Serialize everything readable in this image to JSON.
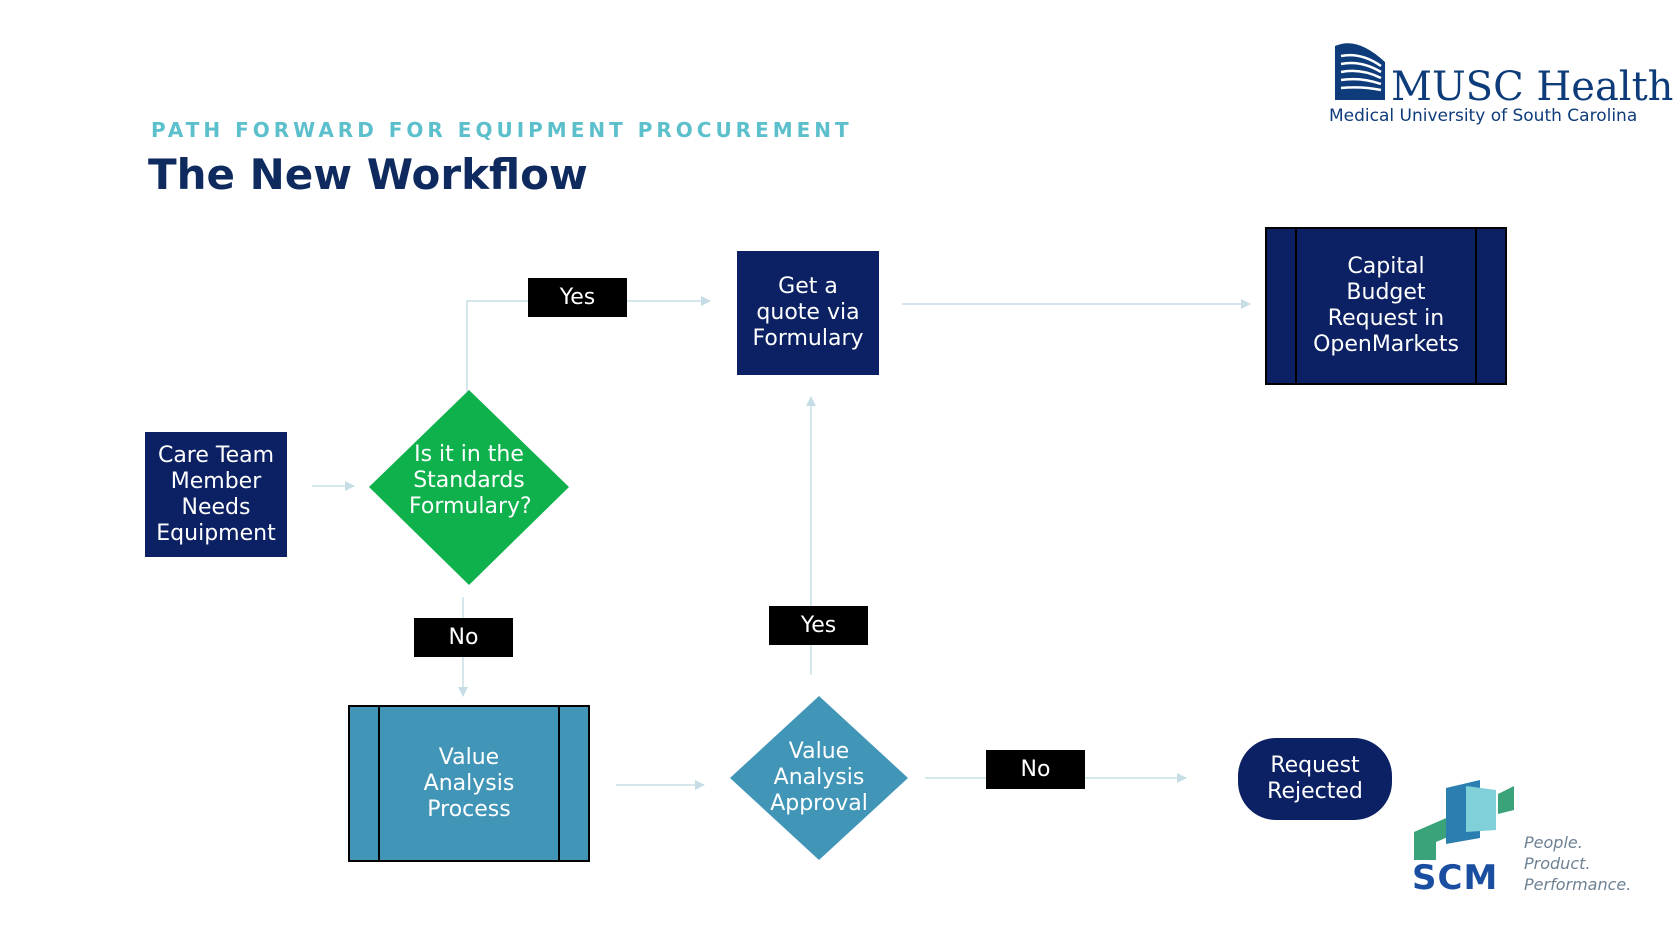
{
  "header": {
    "subtitle": "PATH FORWARD FOR EQUIPMENT PROCUREMENT",
    "title": "The New Workflow"
  },
  "logo": {
    "name": "MUSC Health",
    "tagline": "Medical University of South Carolina"
  },
  "flow": {
    "start": "Care Team Member Needs Equipment",
    "decision_formulary": "Is it in the Standards Formulary?",
    "quote": "Get a quote via Formulary",
    "capital": "Capital Budget Request in OpenMarkets",
    "value_process": "Value Analysis Process",
    "value_approval": "Value Analysis Approval",
    "rejected": "Request Rejected",
    "label_yes_top": "Yes",
    "label_no_left": "No",
    "label_yes_mid": "Yes",
    "label_no_bottom": "No"
  },
  "footer_logo": {
    "name": "SCM",
    "line1": "People.",
    "line2": "Product.",
    "line3": "Performance."
  },
  "colors": {
    "navy": "#0b2163",
    "teal": "#4196b8",
    "green": "#0fb14d",
    "subtitle": "#5bbfcc",
    "connector": "#c7dde6"
  }
}
